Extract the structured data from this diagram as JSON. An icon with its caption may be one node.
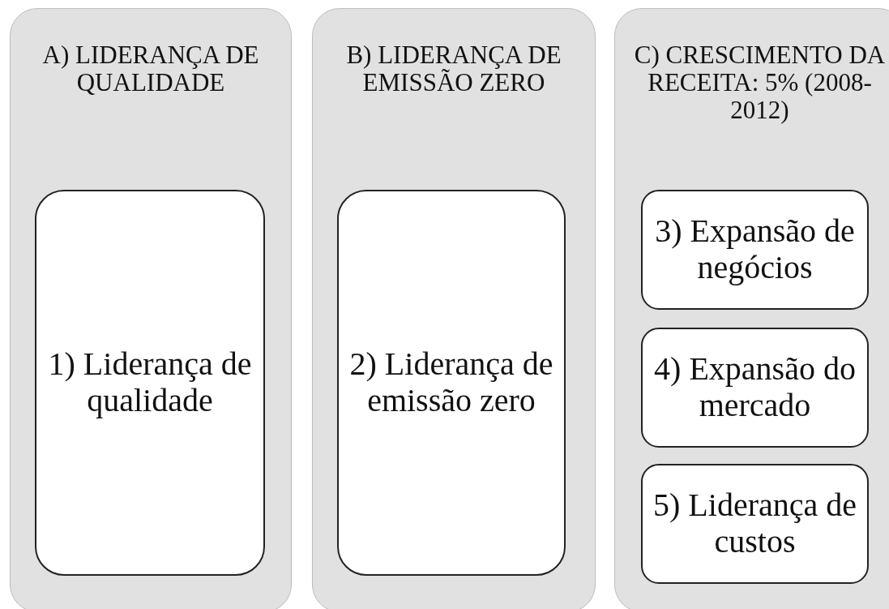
{
  "diagram": {
    "nodes": [
      {
        "text": [
          "A) LIDERANÇA DE QUALIDADE"
        ]
      },
      {
        "text": [
          "1) Liderança de qualidade"
        ],
        "in": 0
      },
      {
        "text": [
          "B) LIDERANÇA DE EMISSÃO ZERO"
        ]
      },
      {
        "text": [
          "2) Liderança de emissão zero"
        ],
        "in": 2
      },
      {
        "text": [
          "C) CRESCIMENTO DA RECEITA: 5% (2008-2012)"
        ]
      },
      {
        "text": [
          "3) Expansão de negócios"
        ],
        "in": 4
      },
      {
        "text": [
          "4) Expansão do mercado"
        ],
        "in": 4
      },
      {
        "text": [
          "5) Liderança de custos"
        ],
        "in": 4
      }
    ]
  }
}
